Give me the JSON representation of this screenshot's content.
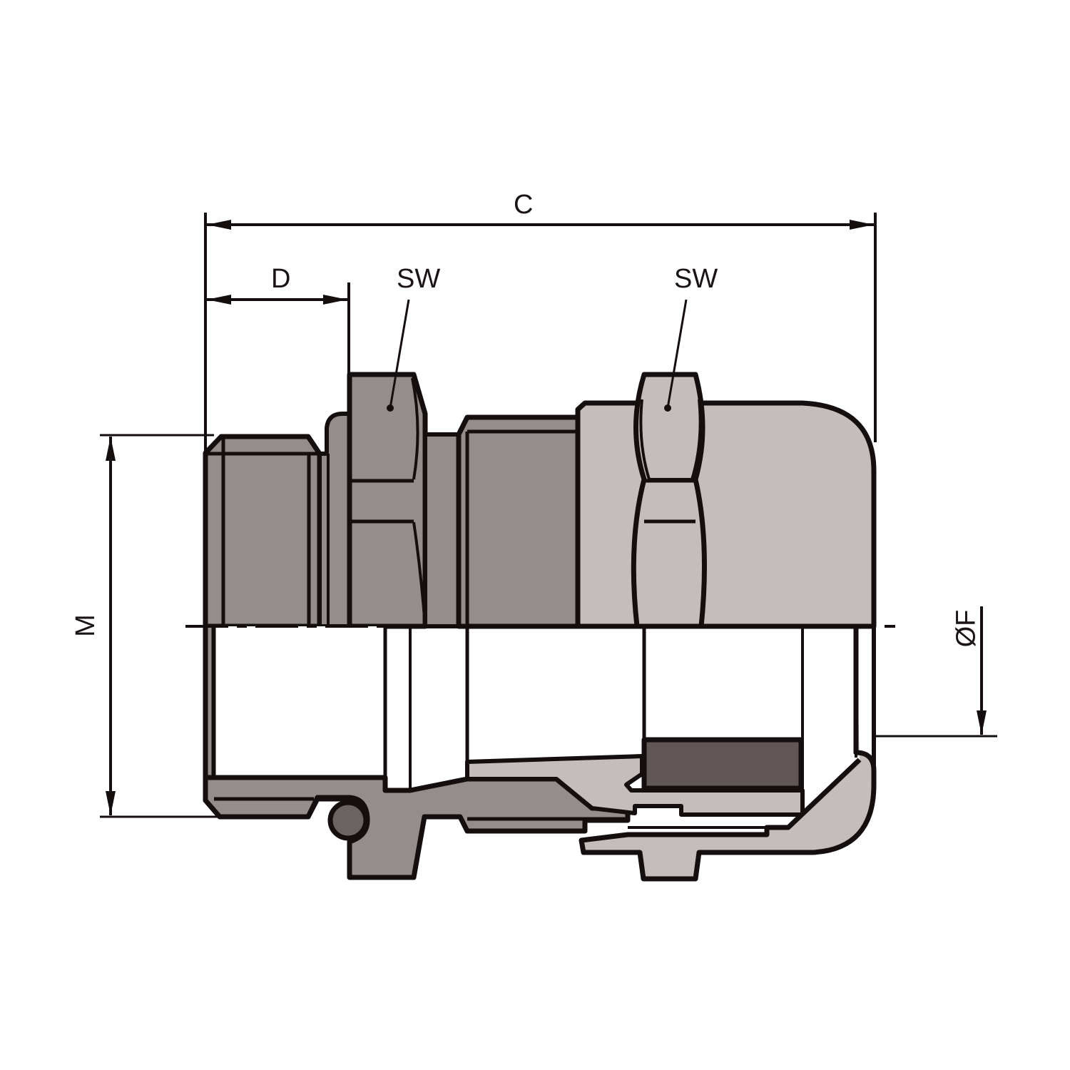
{
  "diagram": {
    "subject": "Cable gland cross-section, technical dimension drawing",
    "colors": {
      "outline": "#140e0e",
      "dark_gray": "#938e8b",
      "light_gray": "#c3bebb",
      "seal_dark": "#5f5655",
      "oring": "#6b6262",
      "background": "#ffffff"
    },
    "dimensions": {
      "overall_length": {
        "label": "C"
      },
      "thread_length": {
        "label": "D"
      },
      "wrench_size_body": {
        "label": "SW"
      },
      "wrench_size_cap": {
        "label": "SW"
      },
      "thread_diameter": {
        "label": "M"
      },
      "cable_diameter": {
        "label": "ØF"
      }
    }
  }
}
